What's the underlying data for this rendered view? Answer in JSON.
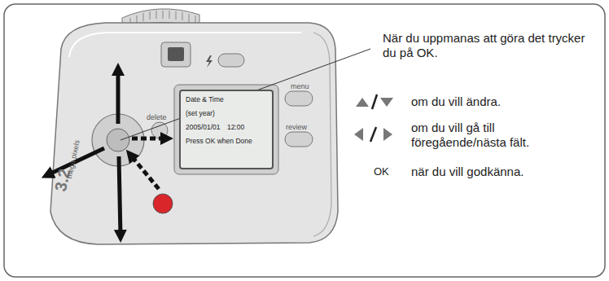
{
  "diagram": {
    "nodes": [
      {
        "text": [
          "Date & Time",
          "(set year)",
          "2005/01/01 12:00",
          "Press OK when Done"
        ]
      }
    ],
    "labels": [
      "När du uppmanas att göra det trycker du på OK.",
      "om du vill ändra.",
      "om du vill gå till föregående/nästa fält.",
      "OK",
      "när du vill godkänna.",
      "delete",
      "menu",
      "review",
      "3.2",
      "mega pixels"
    ]
  }
}
